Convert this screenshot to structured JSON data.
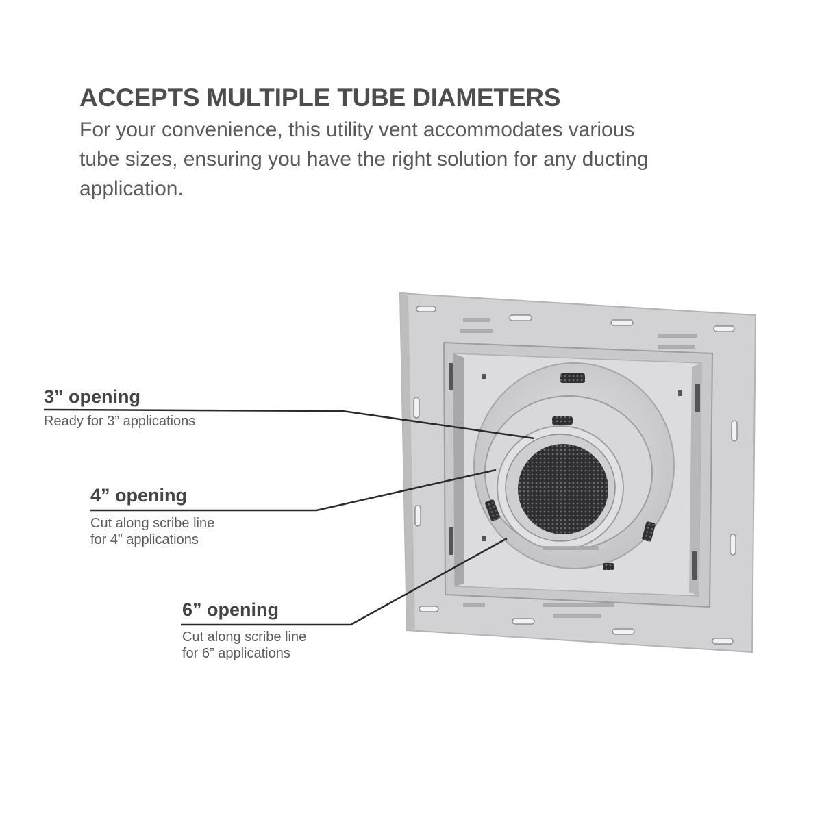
{
  "headline": "ACCEPTS MULTIPLE TUBE DIAMETERS",
  "description": "For your convenience, this utility vent accommodates various tube sizes, ensuring you have the right solution for any ducting application.",
  "callouts": [
    {
      "title": "3” opening",
      "desc_line1": "Ready for 3” applications",
      "desc_line2": ""
    },
    {
      "title": "4” opening",
      "desc_line1": "Cut along scribe line",
      "desc_line2": "for 4” applications"
    },
    {
      "title": "6” opening",
      "desc_line1": "Cut along scribe line",
      "desc_line2": "for 6” applications"
    }
  ],
  "colors": {
    "text_dark": "#4d4d4d",
    "vent_body": "#d4d4d6",
    "vent_shadow": "#a9a9ab",
    "mesh": "#3a3a3c"
  }
}
